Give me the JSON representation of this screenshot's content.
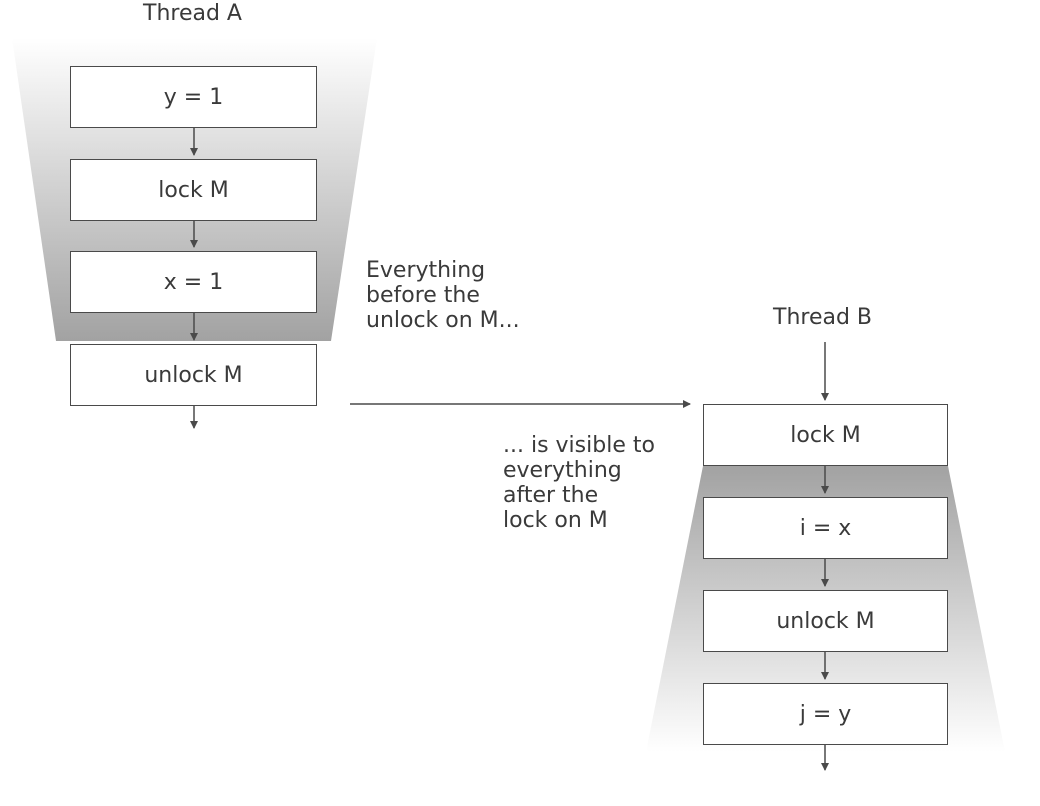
{
  "thread_a": {
    "title": "Thread A",
    "steps": [
      "y = 1",
      "lock M",
      "x = 1",
      "unlock M"
    ]
  },
  "thread_b": {
    "title": "Thread B",
    "steps": [
      "lock M",
      "i = x",
      "unlock M",
      "j = y"
    ]
  },
  "notes": {
    "before": [
      "Everything",
      "before the",
      "unlock on M..."
    ],
    "after": [
      "... is visible to",
      "everything",
      "after the",
      "lock on M"
    ]
  },
  "colors": {
    "box_border": "#4a4a4a",
    "arrow": "#4a4a4a",
    "text": "#3a3a3a",
    "band_dark": "#a0a0a0",
    "band_light": "#ffffff"
  }
}
